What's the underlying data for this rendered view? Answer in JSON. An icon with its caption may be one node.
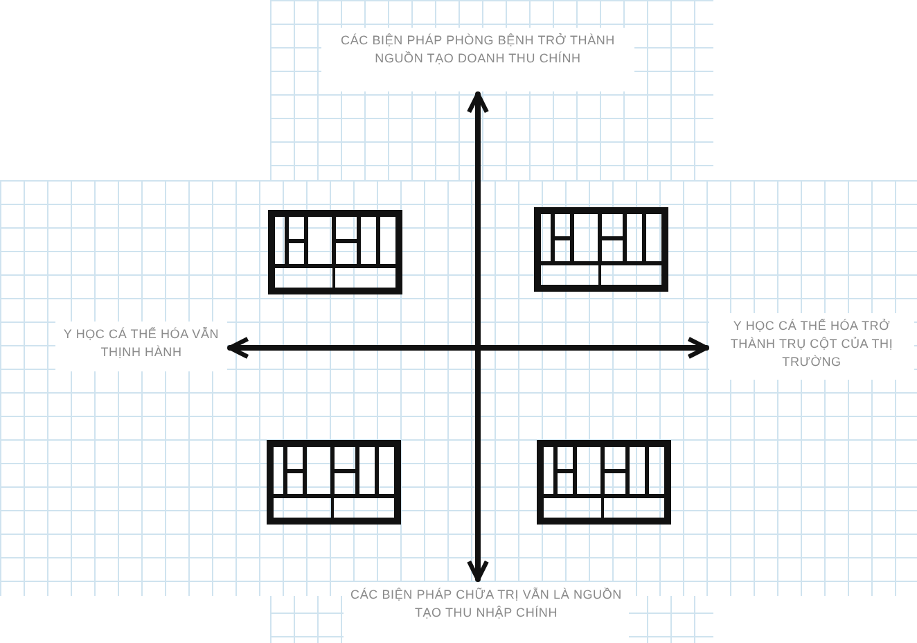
{
  "diagram": {
    "nodes": [
      {
        "text": [
          "CÁC BIỆN PHÁP PHÒNG BỆNH TRỞ THÀNH NGUỒN TẠO DOANH THU CHÍNH"
        ]
      },
      {
        "text": [
          "Y HỌC CÁ THỂ HÓA VẪN THỊNH HÀNH"
        ]
      },
      {
        "text": [
          "Y HỌC CÁ THỂ HÓA TRỞ THÀNH TRỤ CỘT CỦA THỊ TRƯỜNG"
        ]
      },
      {
        "text": [
          "CÁC BIỆN PHÁP CHỮA TRỊ VẪN LÀ NGUỒN TẠO THU NHẬP CHÍNH"
        ]
      }
    ],
    "edges": [
      {
        "from": 3,
        "to": 0,
        "arrow": "both"
      },
      {
        "from": 1,
        "to": 2,
        "arrow": "both"
      }
    ]
  }
}
